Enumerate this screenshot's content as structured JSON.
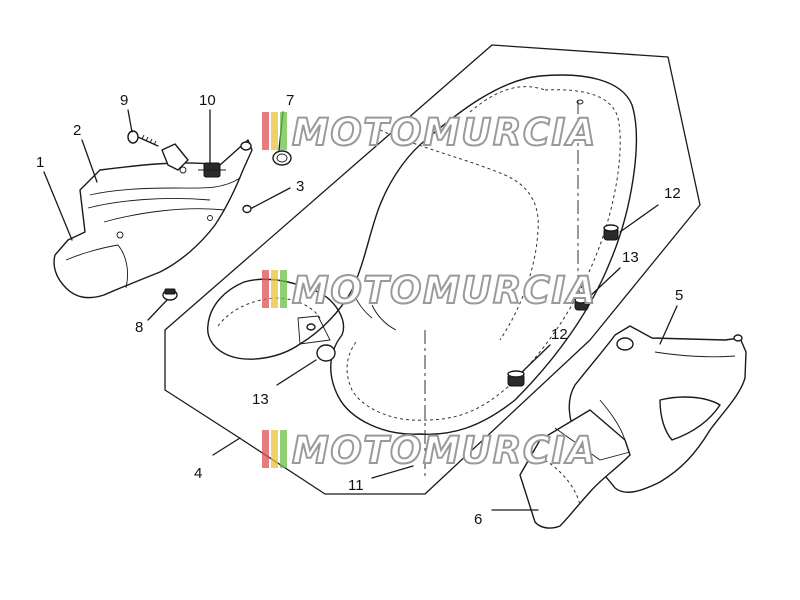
{
  "diagram": {
    "callouts": [
      {
        "id": "c1",
        "label": "1"
      },
      {
        "id": "c2",
        "label": "2"
      },
      {
        "id": "c3",
        "label": "3"
      },
      {
        "id": "c4",
        "label": "4"
      },
      {
        "id": "c5",
        "label": "5"
      },
      {
        "id": "c6",
        "label": "6"
      },
      {
        "id": "c7",
        "label": "7"
      },
      {
        "id": "c8",
        "label": "8"
      },
      {
        "id": "c9",
        "label": "9"
      },
      {
        "id": "c10",
        "label": "10"
      },
      {
        "id": "c11",
        "label": "11"
      },
      {
        "id": "c12a",
        "label": "12"
      },
      {
        "id": "c12b",
        "label": "12"
      },
      {
        "id": "c13a",
        "label": "13"
      },
      {
        "id": "c13b",
        "label": "13"
      }
    ]
  },
  "watermark": {
    "text": "MOTOMURCIA",
    "stripe_colors": [
      "#d9534f",
      "#e8c23a",
      "#6cbf4a"
    ],
    "outline_color": "#9a9a9a"
  }
}
